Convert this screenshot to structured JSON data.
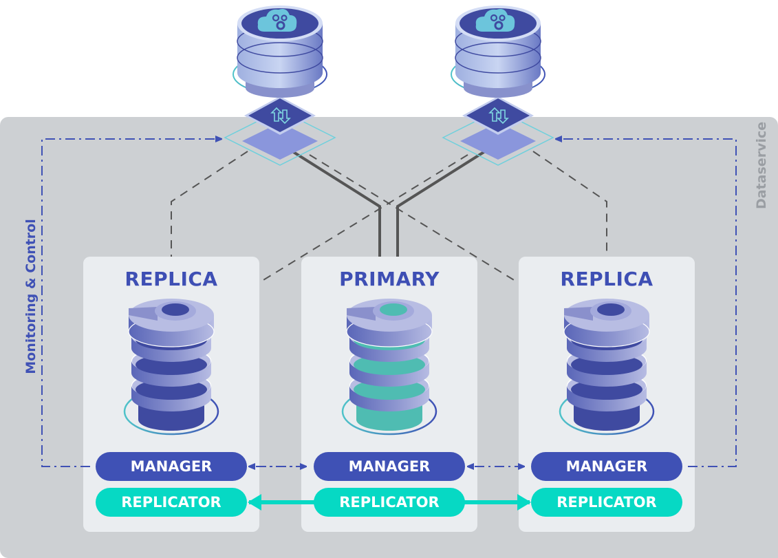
{
  "diagram": {
    "container_label": "Dataservice",
    "side_label": "Monitoring & Control",
    "colors": {
      "primary_blue": "#3f51b5",
      "teal": "#06d9c4",
      "container_bg": "#cdd0d3",
      "node_bg": "#eaedf0",
      "connector_gray": "#555555"
    },
    "top_services": [
      {
        "id": "service-left",
        "icon": "cloud-gears-icon",
        "connector_icon": "sync-arrows-icon"
      },
      {
        "id": "service-right",
        "icon": "cloud-gears-icon",
        "connector_icon": "sync-arrows-icon"
      }
    ],
    "nodes": [
      {
        "role": "REPLICA",
        "manager_label": "MANAGER",
        "replicator_label": "REPLICATOR",
        "db_style": "blue"
      },
      {
        "role": "PRIMARY",
        "manager_label": "MANAGER",
        "replicator_label": "REPLICATOR",
        "db_style": "teal"
      },
      {
        "role": "REPLICA",
        "manager_label": "MANAGER",
        "replicator_label": "REPLICATOR",
        "db_style": "blue"
      }
    ],
    "edges": [
      {
        "from": "primary.replicator",
        "to": "replica-left.replicator",
        "style": "solid-teal-arrow"
      },
      {
        "from": "primary.replicator",
        "to": "replica-right.replicator",
        "style": "solid-teal-arrow"
      },
      {
        "from": "manager-left",
        "to": "manager-center",
        "style": "dash-dot-blue-bidirectional"
      },
      {
        "from": "manager-center",
        "to": "manager-right",
        "style": "dash-dot-blue-bidirectional"
      },
      {
        "from": "monitoring-loop",
        "to": "service-left",
        "style": "dash-dot-blue-arrow"
      },
      {
        "from": "monitoring-loop",
        "to": "service-right",
        "style": "dash-dot-blue-arrow"
      },
      {
        "from": "service-left",
        "to": "primary",
        "style": "solid-gray"
      },
      {
        "from": "service-right",
        "to": "primary",
        "style": "solid-gray"
      },
      {
        "from": "service-left",
        "to": "replica-left",
        "style": "dashed-gray"
      },
      {
        "from": "service-left",
        "to": "replica-right",
        "style": "dashed-gray"
      },
      {
        "from": "service-right",
        "to": "replica-left",
        "style": "dashed-gray"
      },
      {
        "from": "service-right",
        "to": "replica-right",
        "style": "dashed-gray"
      }
    ]
  }
}
